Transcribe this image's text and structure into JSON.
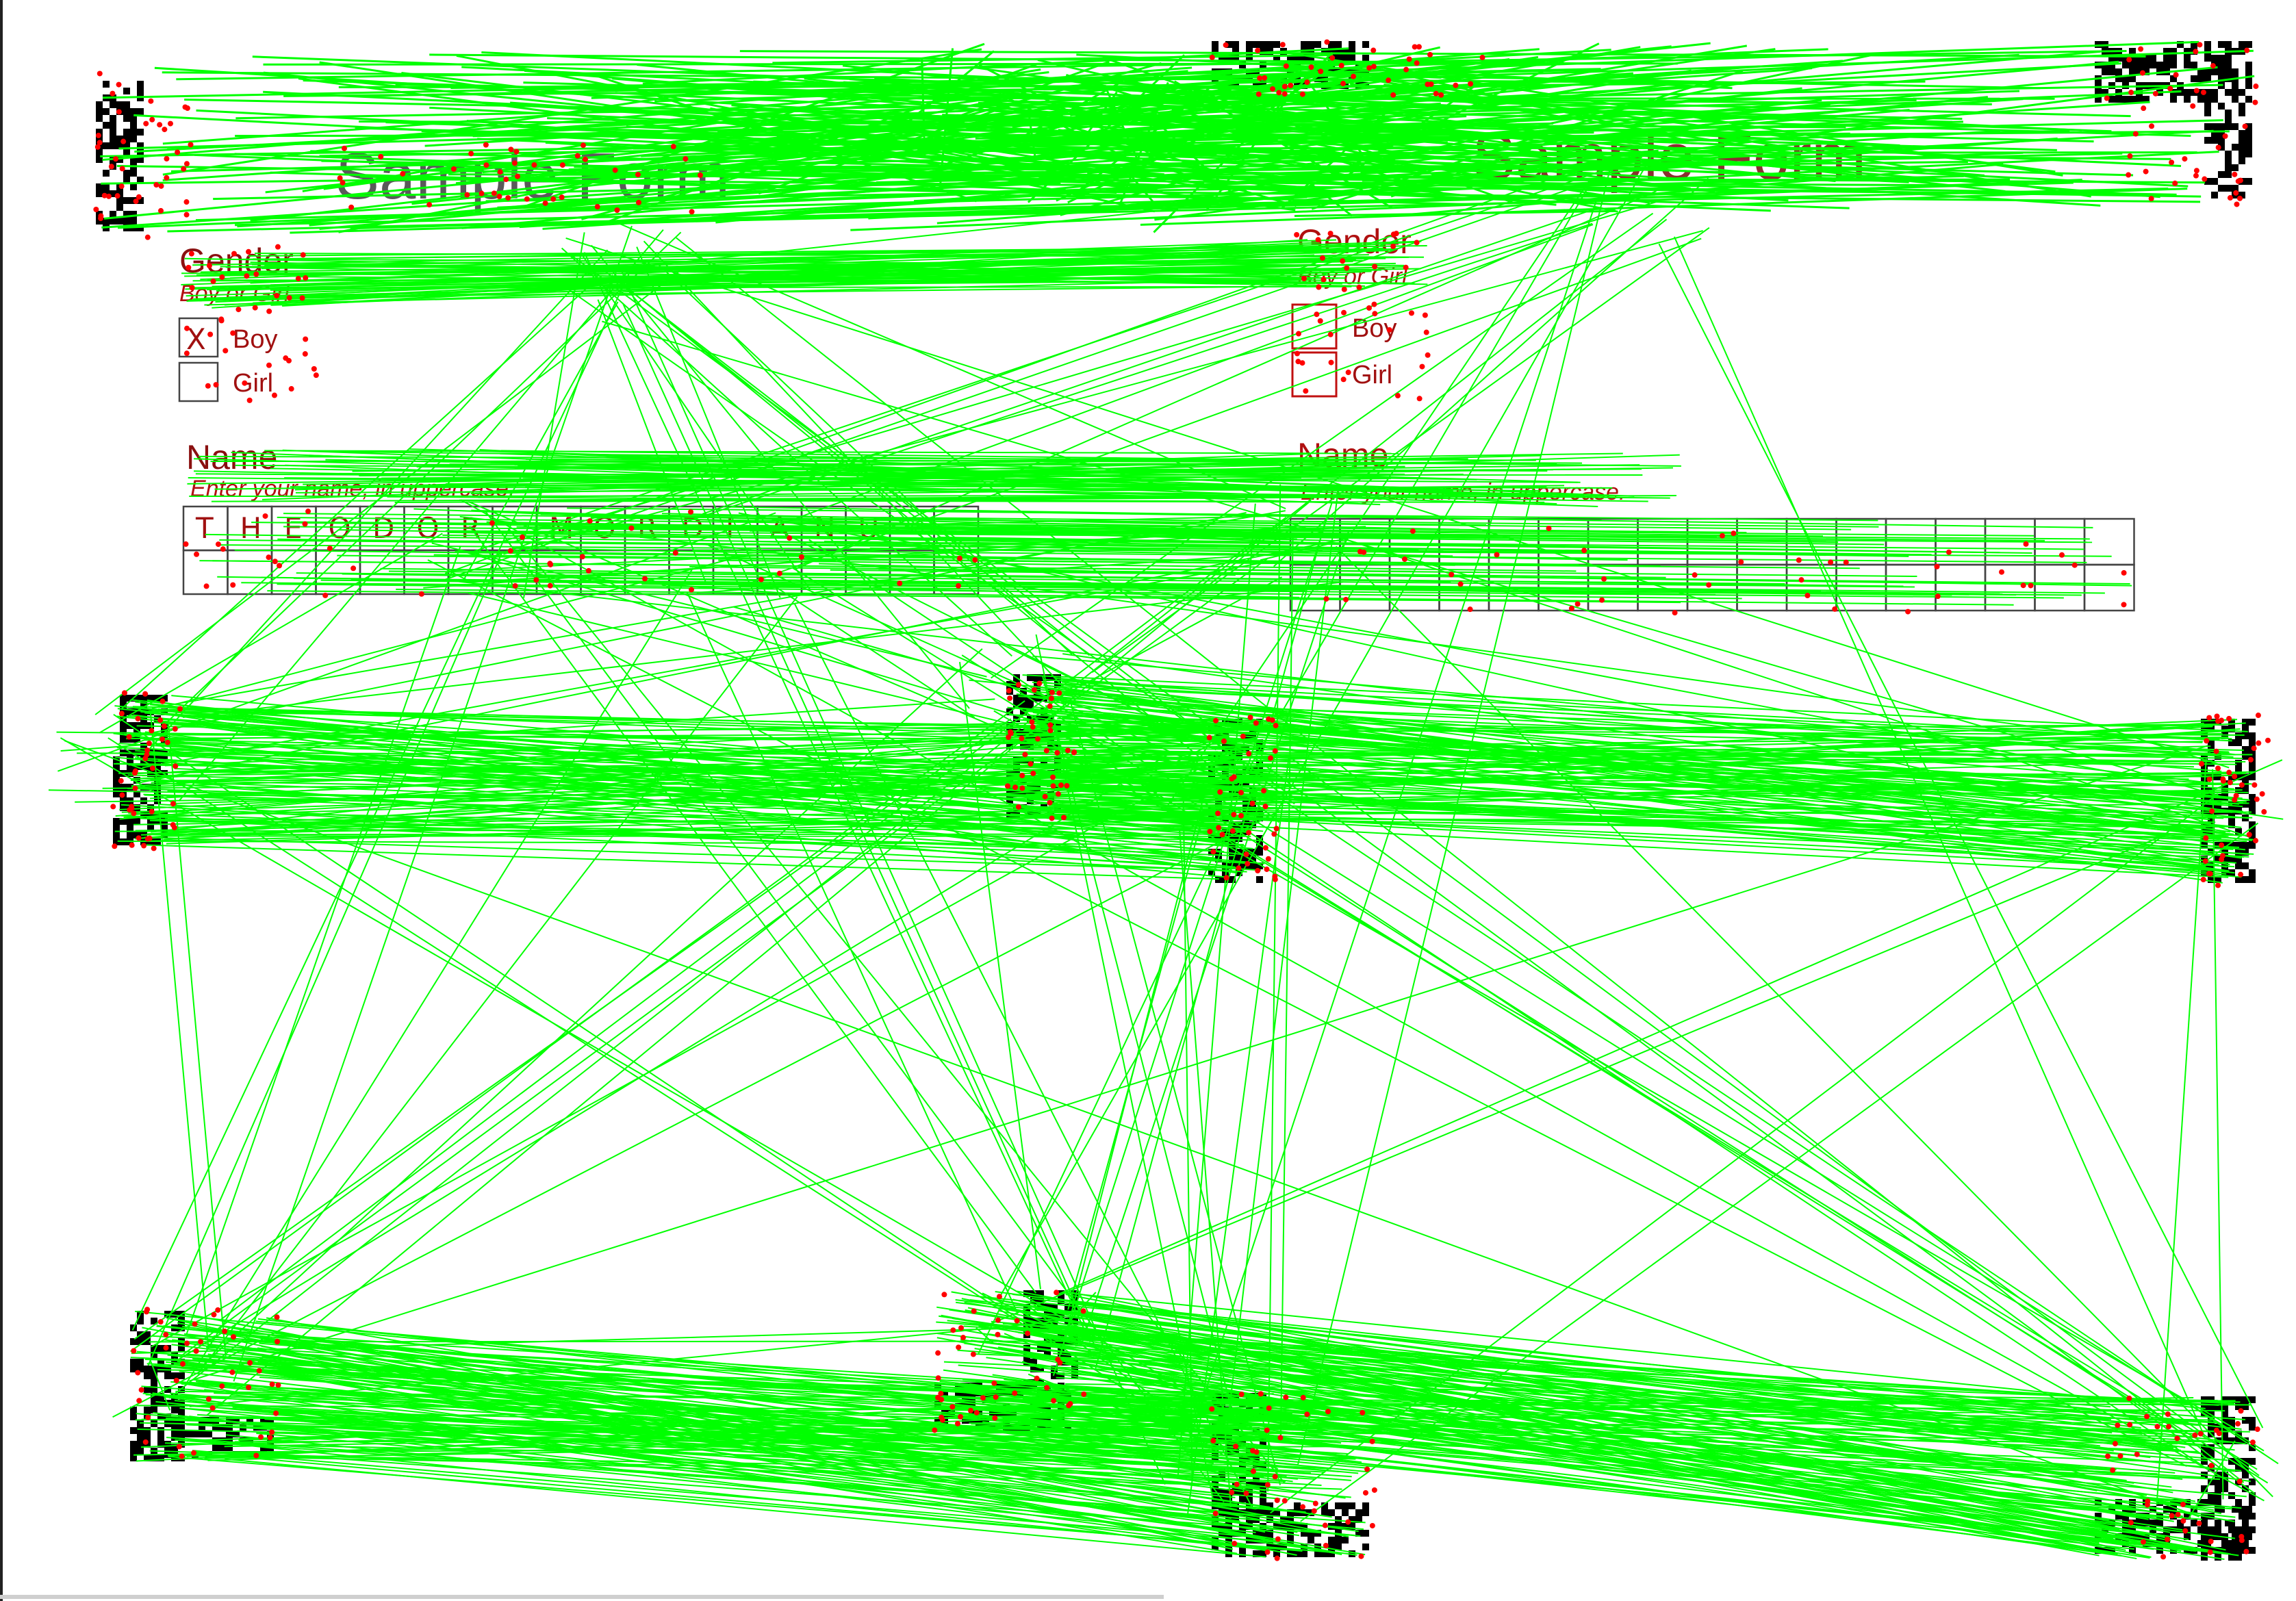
{
  "left_form": {
    "title": "Sample Form",
    "gender_label": "Gender",
    "gender_hint": "Boy or Girl",
    "option_boy": "Boy",
    "option_girl": "Girl",
    "boy_mark": "X",
    "name_label": "Name",
    "name_hint": "Enter your name, in uppercase.",
    "name_letters": [
      "T",
      "H",
      "E",
      "O",
      "D",
      "O",
      "R",
      "",
      "M",
      "O",
      "R",
      "D",
      "I",
      "A",
      "N",
      "U",
      "",
      ""
    ]
  },
  "right_form": {
    "title": "Sample Form",
    "gender_label": "Gender",
    "gender_hint": "Boy or Girl",
    "option_boy": "Boy",
    "option_girl": "Girl",
    "name_label": "Name",
    "name_hint": "Enter your name, in uppercase."
  },
  "colors": {
    "match_line": "#00ff00",
    "keypoint": "#ff0000",
    "text_overlay": "#b01010"
  }
}
